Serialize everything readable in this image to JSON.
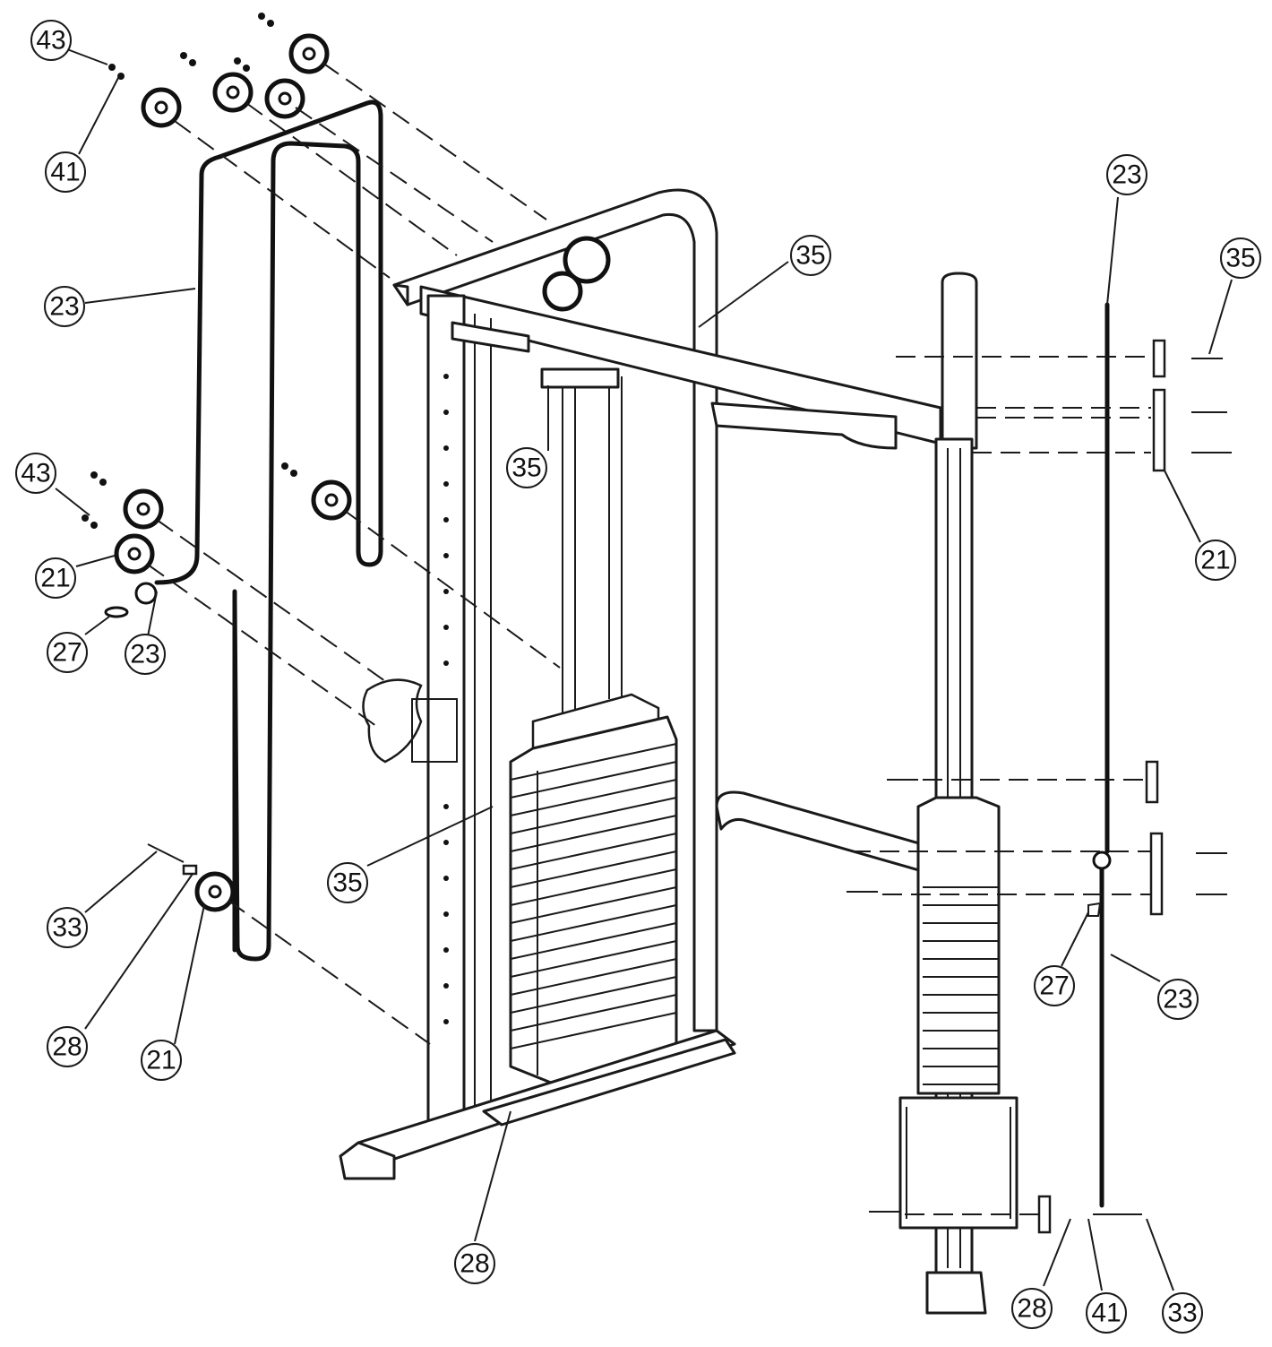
{
  "callouts": [
    {
      "id": "c43a",
      "label": "43"
    },
    {
      "id": "c41a",
      "label": "41"
    },
    {
      "id": "c23a",
      "label": "23"
    },
    {
      "id": "c43b",
      "label": "43"
    },
    {
      "id": "c21a",
      "label": "21"
    },
    {
      "id": "c27a",
      "label": "27"
    },
    {
      "id": "c23b",
      "label": "23"
    },
    {
      "id": "c33a",
      "label": "33"
    },
    {
      "id": "c28a",
      "label": "28"
    },
    {
      "id": "c21b",
      "label": "21"
    },
    {
      "id": "c35a",
      "label": "35"
    },
    {
      "id": "c35b",
      "label": "35"
    },
    {
      "id": "c35c",
      "label": "35"
    },
    {
      "id": "c28b",
      "label": "28"
    },
    {
      "id": "c23c",
      "label": "23"
    },
    {
      "id": "c35d",
      "label": "35"
    },
    {
      "id": "c21c",
      "label": "21"
    },
    {
      "id": "c27b",
      "label": "27"
    },
    {
      "id": "c23d",
      "label": "23"
    },
    {
      "id": "c28c",
      "label": "28"
    },
    {
      "id": "c41b",
      "label": "41"
    },
    {
      "id": "c33b",
      "label": "33"
    }
  ]
}
